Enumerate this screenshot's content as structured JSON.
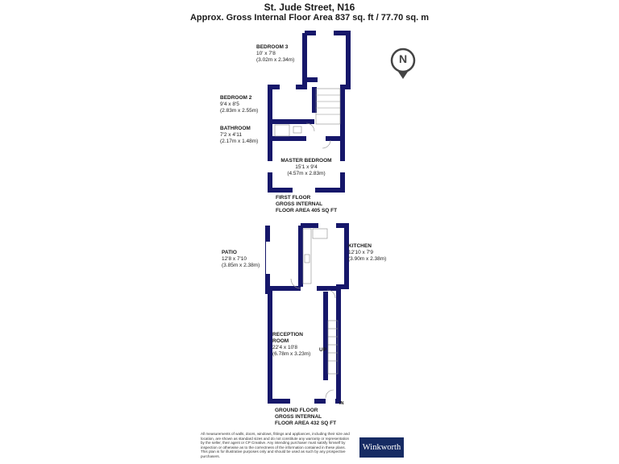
{
  "header": {
    "address": "St. Jude Street, N16",
    "area": "Approx. Gross Internal Floor Area 837 sq. ft / 77.70 sq. m"
  },
  "first_floor": {
    "label": [
      "FIRST FLOOR",
      "GROSS INTERNAL",
      "FLOOR AREA 405 SQ FT"
    ],
    "rooms": [
      {
        "name": "BEDROOM 3",
        "imperial": "10' x 7'8",
        "metric": "(3.02m x 2.34m)"
      },
      {
        "name": "BEDROOM 2",
        "imperial": "9'4 x 8'5",
        "metric": "(2.83m x 2.55m)"
      },
      {
        "name": "BATHROOM",
        "imperial": "7'2 x 4'11",
        "metric": "(2.17m x 1.48m)"
      },
      {
        "name": "MASTER BEDROOM",
        "imperial": "15'1 x 9'4",
        "metric": "(4.57m x 2.83m)"
      }
    ]
  },
  "ground_floor": {
    "label": [
      "GROUND FLOOR",
      "GROSS INTERNAL",
      "FLOOR AREA 432 SQ FT"
    ],
    "rooms": [
      {
        "name": "PATIO",
        "imperial": "12'8 x 7'10",
        "metric": "(3.85m x 2.38m)"
      },
      {
        "name": "KITCHEN",
        "imperial": "12'10 x 7'9",
        "metric": "(3.90m x 2.38m)"
      },
      {
        "name": "RECEPTION",
        "name2": "ROOM",
        "imperial": "22'4 x 10'8",
        "metric": "(6.78m x 3.23m)"
      }
    ],
    "stairs_label": "UP",
    "entrance_label": "IN"
  },
  "compass": {
    "letter": "N",
    "icon": "north-arrow-icon"
  },
  "disclaimer": "All measurements of walls, doors, windows, fittings and appliances, including their size and location, are shown as standard sizes and do not constitute any warranty or representation by the seller, their agent or CP Creative. Any intending purchaser must satisfy himself by inspection or otherwise as to the correctness of the information contained in these plans. This plan is for illustrative purposes only and should be used as such by any prospective purchasers.",
  "logo": {
    "text": "Winkworth"
  },
  "colors": {
    "wall": "#16176a",
    "background": "#ffffff",
    "logo_bg": "#162b63"
  }
}
